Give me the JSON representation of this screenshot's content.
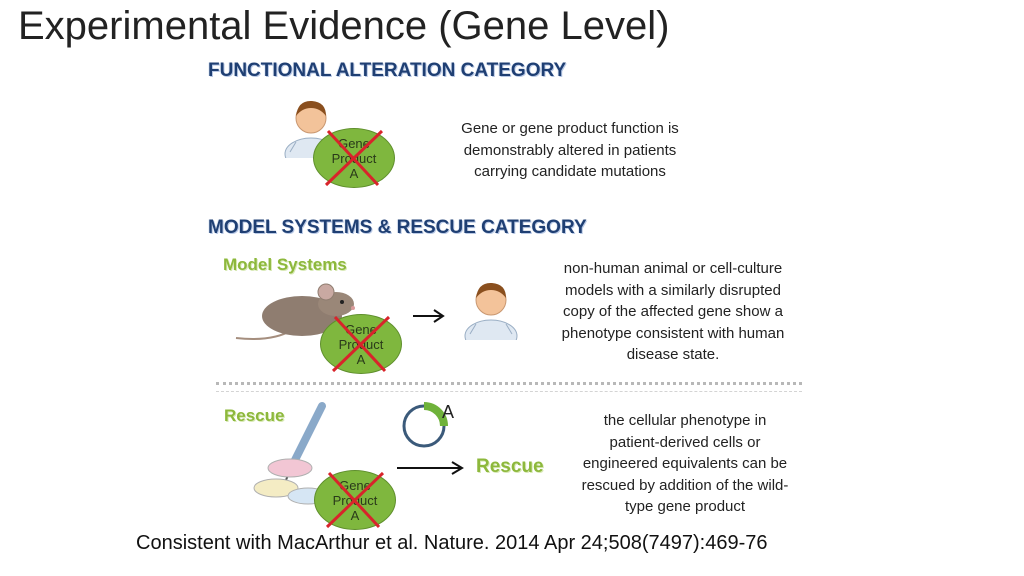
{
  "title": "Experimental Evidence (Gene Level)",
  "functional": {
    "heading": "FUNCTIONAL ALTERATION CATEGORY",
    "description": [
      "Gene or gene product function is",
      "demonstrably altered in patients",
      "carrying candidate mutations"
    ]
  },
  "model": {
    "heading": "MODEL SYSTEMS & RESCUE CATEGORY",
    "subheading": "Model Systems",
    "description": [
      "non-human animal or cell-culture",
      "models with a similarly disrupted",
      "copy of the affected gene show a",
      "phenotype consistent with human",
      "disease state."
    ]
  },
  "rescue": {
    "subheading": "Rescue",
    "arrow_label": "Rescue",
    "plasmid_label": "A",
    "description": [
      "the cellular phenotype in",
      "patient-derived cells or",
      "engineered equivalents can be",
      "rescued by addition of the wild-",
      "type gene product"
    ]
  },
  "gene_label": [
    "Gene",
    "Product",
    "A"
  ],
  "citation": "Consistent with MacArthur et al. Nature. 2014 Apr 24;508(7497):469-76",
  "colors": {
    "heading": "#1f3f73",
    "green_label": "#8db83c",
    "gene_fill": "#7fb73e",
    "cross": "#d8242b"
  }
}
